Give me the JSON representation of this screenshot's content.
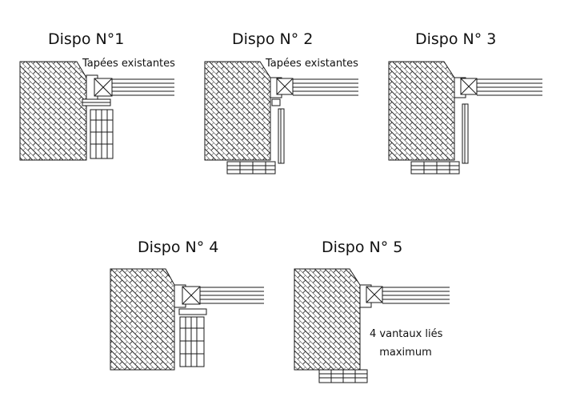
{
  "diagrams": [
    {
      "title": "Dispo N°1",
      "note": "Tapées existantes"
    },
    {
      "title": "Dispo N° 2",
      "note": "Tapées existantes"
    },
    {
      "title": "Dispo N° 3"
    },
    {
      "title": "Dispo N° 4"
    },
    {
      "title": "Dispo N° 5",
      "note_line1": "4 vantaux liés",
      "note_line2": "maximum"
    }
  ],
  "colors": {
    "stroke": "#1a1a1a",
    "wall_fill": "#ffffff",
    "hatch": "#2a2a2a"
  }
}
